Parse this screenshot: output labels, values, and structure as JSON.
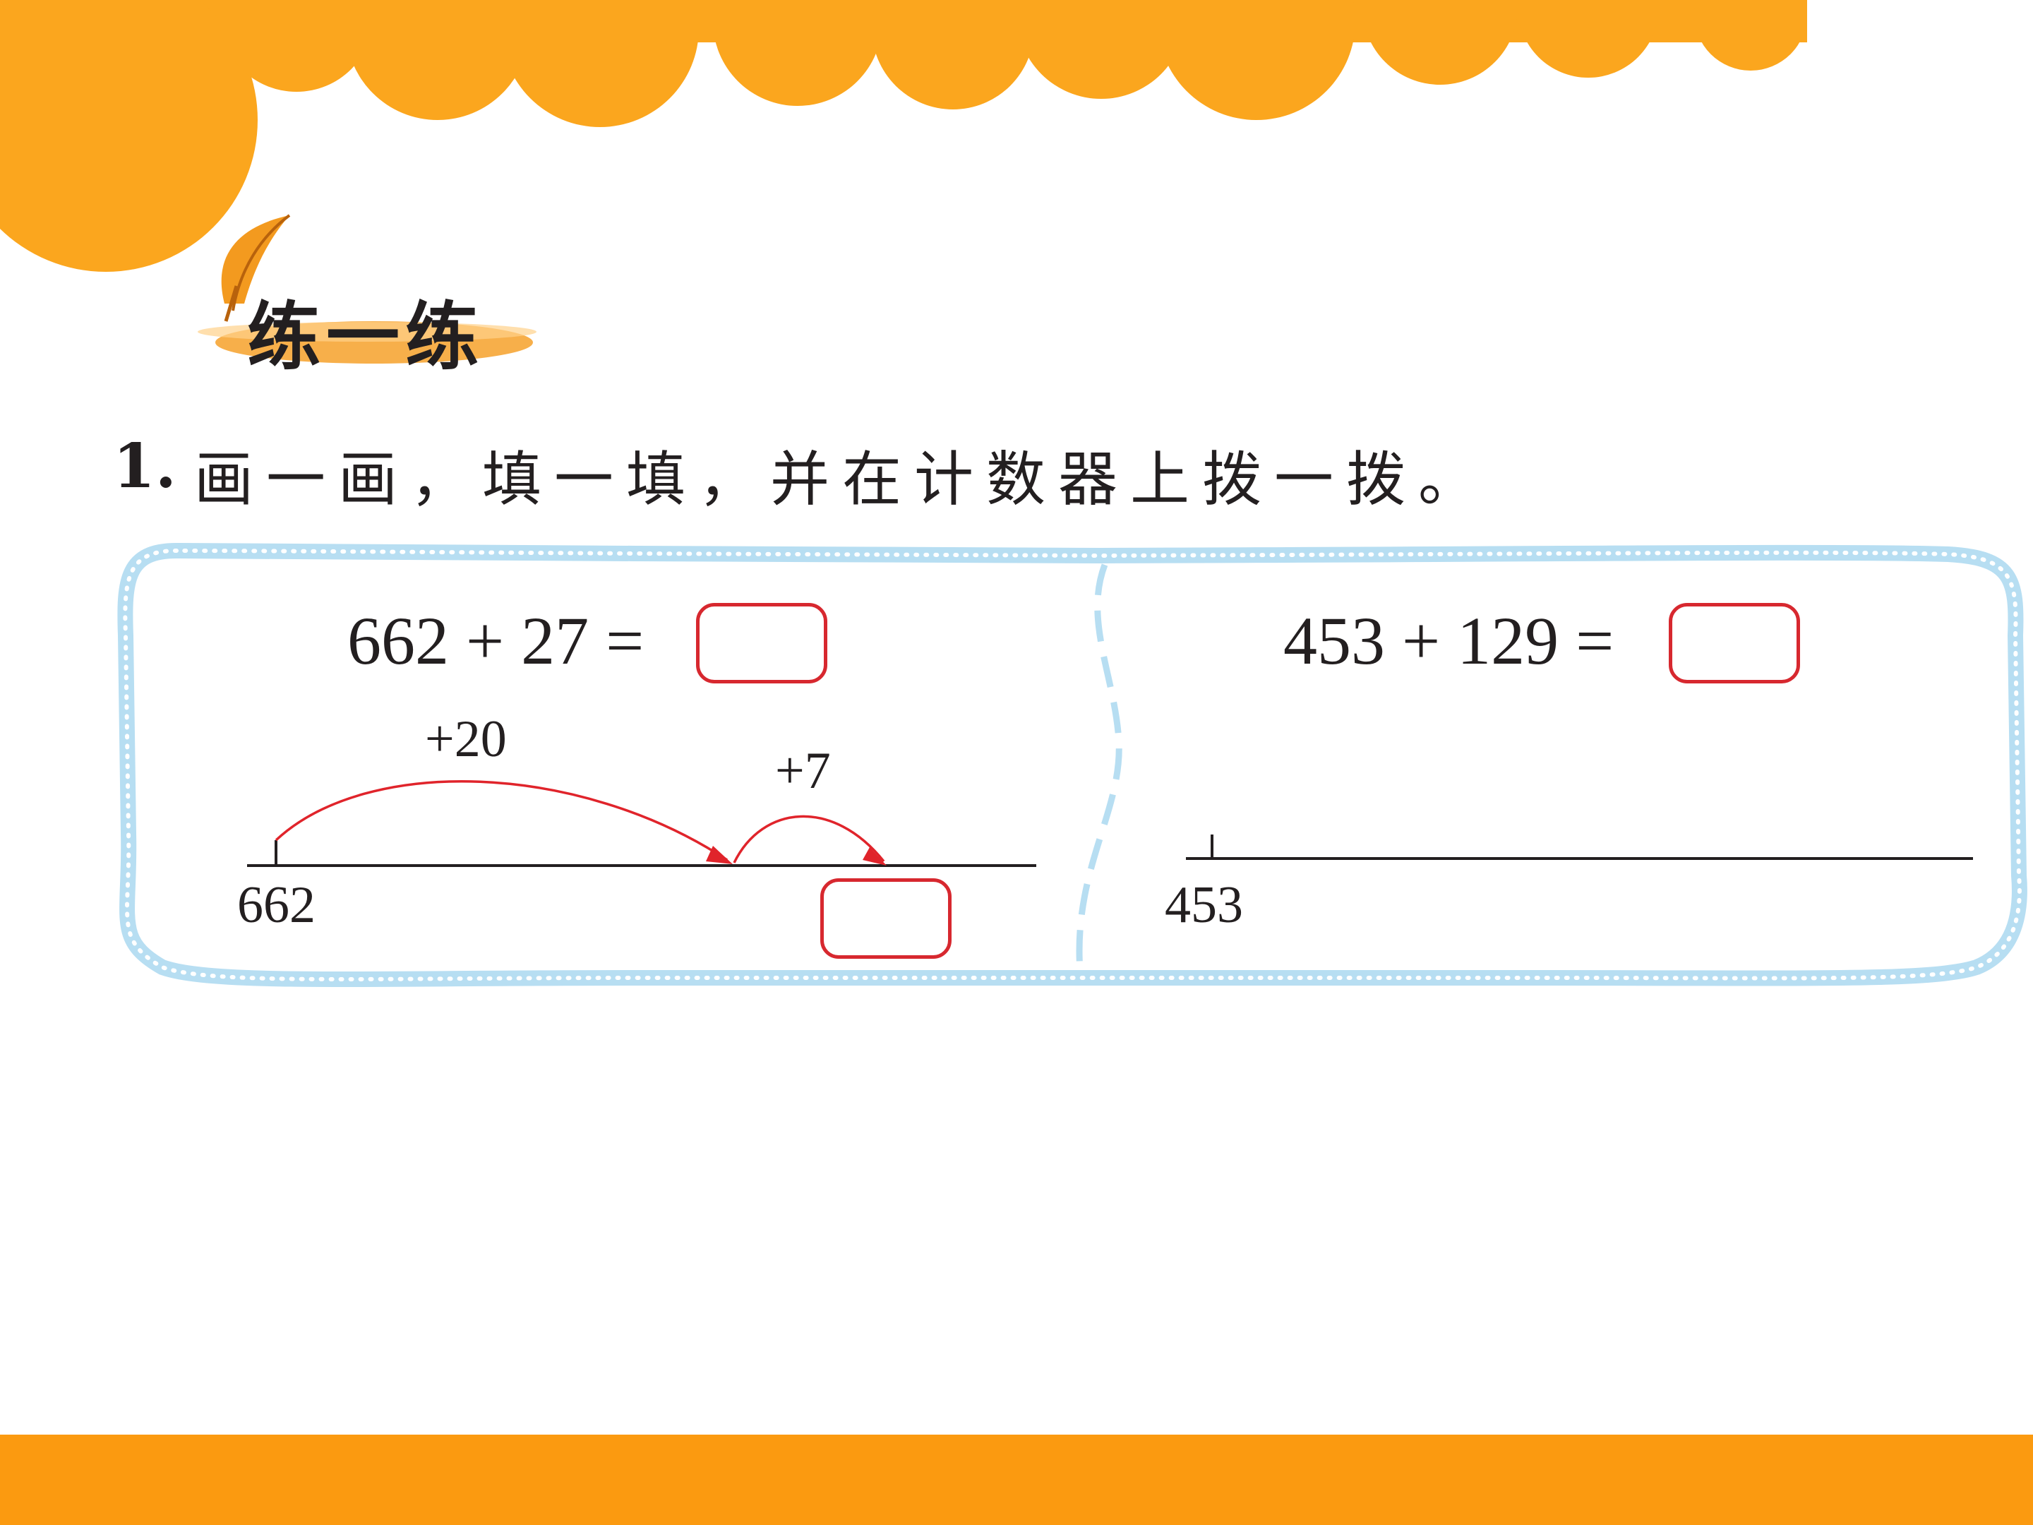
{
  "colors": {
    "banner_orange": "#fba61e",
    "footer_orange": "#fb9a10",
    "frame_blue": "#b7def2",
    "answer_red": "#d7282f",
    "arrow_red": "#e0242b",
    "ink": "#231f20"
  },
  "section_badge": {
    "label": "练一练",
    "icon": "feather-icon"
  },
  "question": {
    "number": "1.",
    "text": "画一画，填一填，并在计数器上拨一拨。"
  },
  "left_problem": {
    "equation": "662 + 27 =",
    "number_line_start": "662",
    "jumps": [
      {
        "label": "+20"
      },
      {
        "label": "+7"
      }
    ]
  },
  "right_problem": {
    "equation": "453 + 129 =",
    "number_line_start": "453"
  }
}
